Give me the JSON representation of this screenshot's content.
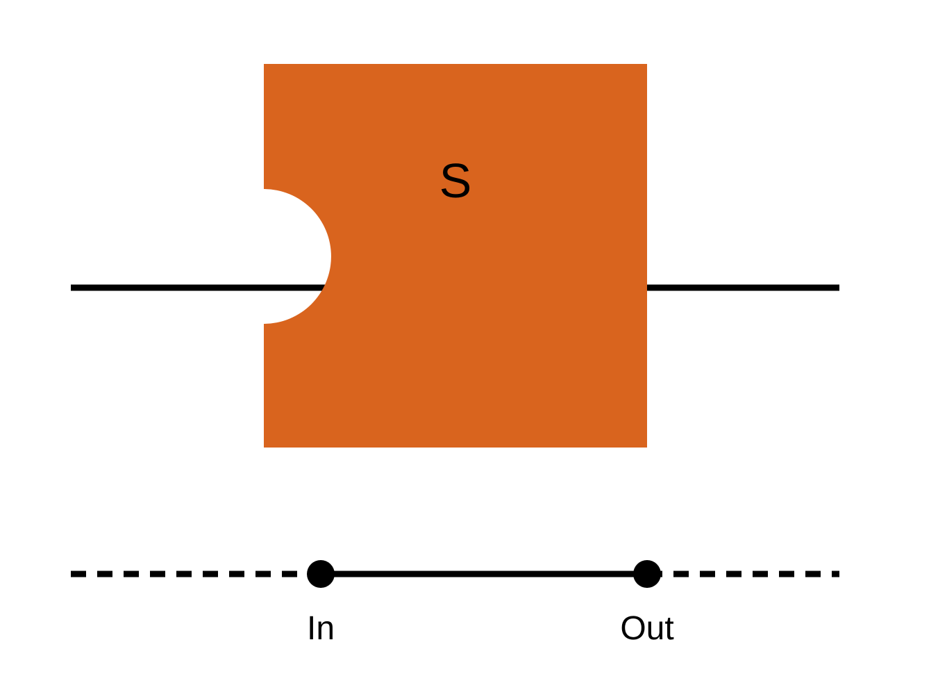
{
  "block": {
    "label": "S",
    "fill_color": "#D9641E"
  },
  "line_color": "#000000",
  "timeline": {
    "start_label": "In",
    "end_label": "Out"
  }
}
